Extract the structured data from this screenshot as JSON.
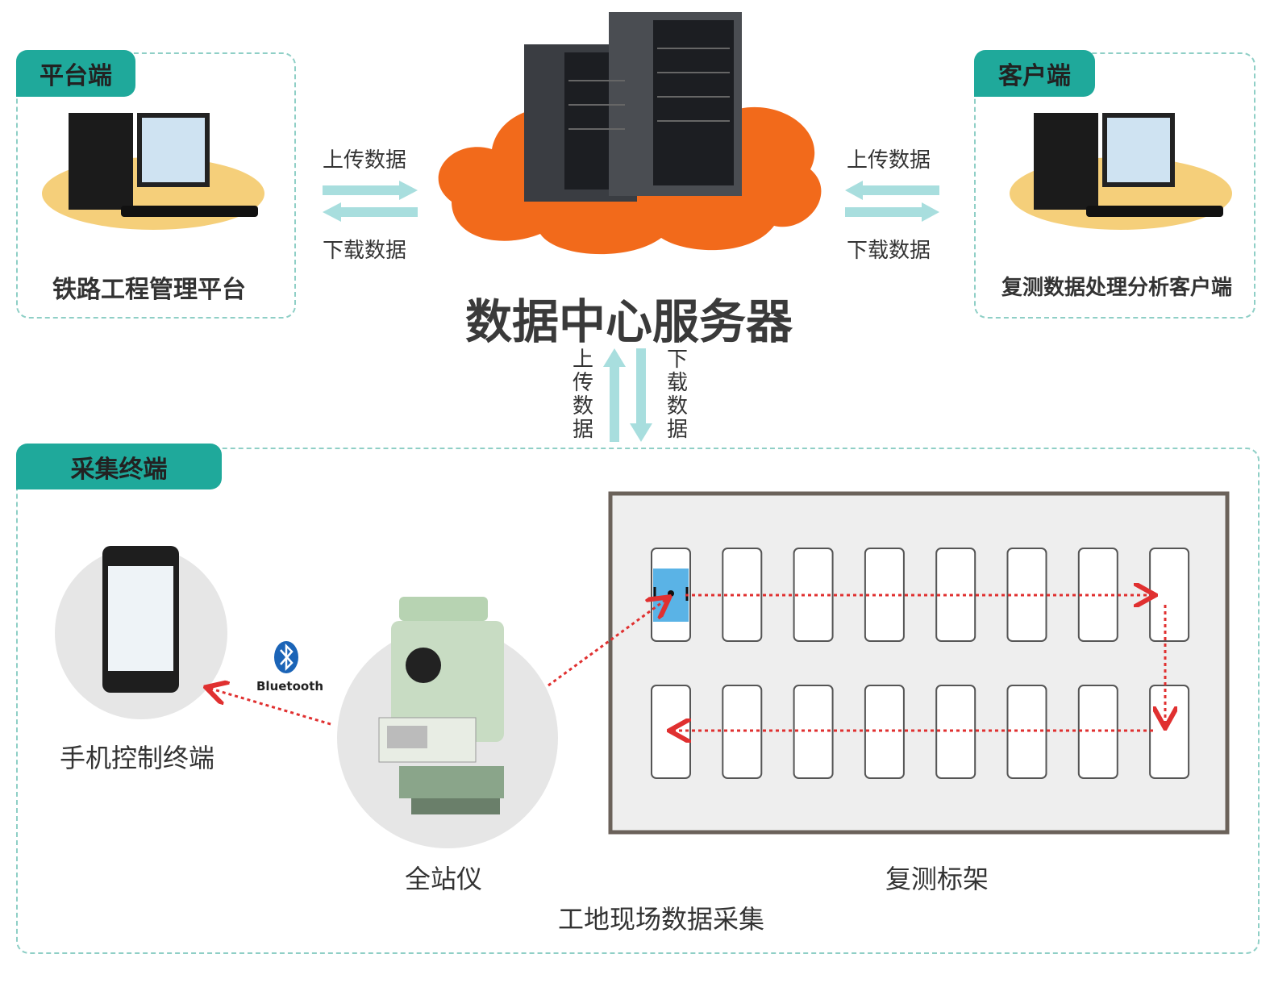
{
  "platform": {
    "tag": "平台端",
    "label": "铁路工程管理平台"
  },
  "client": {
    "tag": "客户端",
    "label": "复测数据处理分析客户端"
  },
  "server": {
    "title": "数据中心服务器"
  },
  "arrows": {
    "upload": "上传数据",
    "download": "下载数据"
  },
  "collection": {
    "tag": "采集终端",
    "phone_label": "手机控制终端",
    "station_label": "全站仪",
    "rack_label": "复测标架",
    "caption": "工地现场数据采集",
    "bluetooth": "Bluetooth"
  },
  "colors": {
    "teal": "#1fa99b",
    "cloud": "#f26a1b",
    "arrow": "#a8dede",
    "path": "#e03030"
  }
}
